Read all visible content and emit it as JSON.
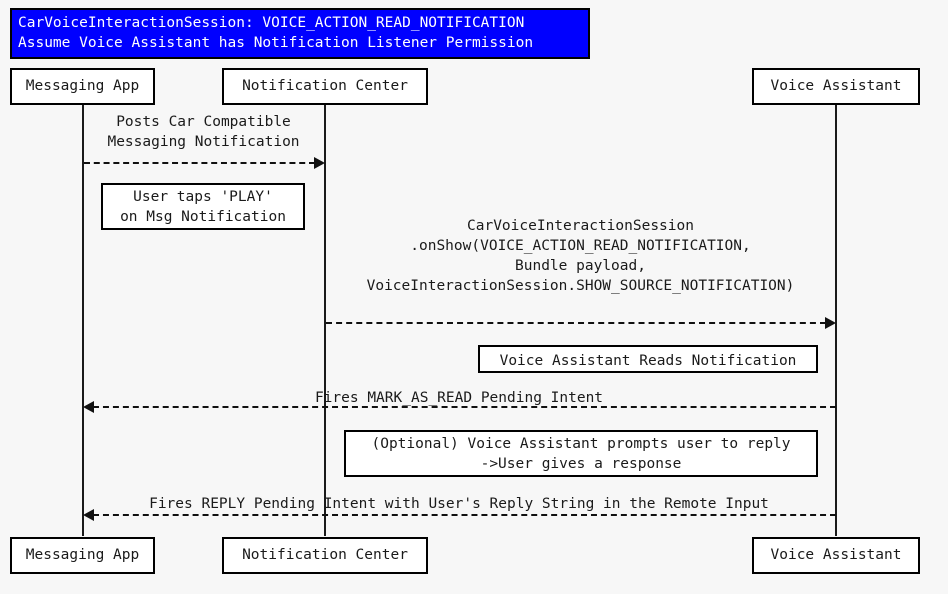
{
  "title": {
    "line1": "CarVoiceInteractionSession: VOICE_ACTION_READ_NOTIFICATION",
    "line2": "Assume Voice Assistant has Notification Listener Permission",
    "background_color": "#0000FF",
    "text_color": "#FFFFFF"
  },
  "participants": [
    {
      "id": "messaging-app",
      "label": "Messaging App"
    },
    {
      "id": "notification-center",
      "label": "Notification Center"
    },
    {
      "id": "voice-assistant",
      "label": "Voice Assistant"
    }
  ],
  "messages": [
    {
      "id": "posts-car-compatible-messaging-notification",
      "label_line1": "Posts Car Compatible",
      "label_line2": "Messaging Notification",
      "from": "Messaging App",
      "to": "Notification Center",
      "direction": "right",
      "style": "dashed"
    },
    {
      "id": "on-show",
      "label_line1": "CarVoiceInteractionSession",
      "label_line2": ".onShow(VOICE_ACTION_READ_NOTIFICATION,",
      "label_line3": "Bundle payload,",
      "label_line4": "VoiceInteractionSession.SHOW_SOURCE_NOTIFICATION)",
      "from": "Notification Center",
      "to": "Voice Assistant",
      "direction": "right",
      "style": "dashed"
    },
    {
      "id": "mark-as-read",
      "label_line1": "Fires MARK_AS_READ Pending Intent",
      "from": "Voice Assistant",
      "to": "Messaging App",
      "direction": "left",
      "style": "dashed"
    },
    {
      "id": "reply-pending-intent",
      "label_line1": "Fires REPLY Pending Intent with User's Reply String in the Remote Input",
      "from": "Voice Assistant",
      "to": "Messaging App",
      "direction": "left",
      "style": "dashed"
    }
  ],
  "notes": [
    {
      "id": "user-taps-play",
      "line1": "User taps 'PLAY'",
      "line2": "on Msg Notification"
    },
    {
      "id": "voice-assistant-reads-notification",
      "line1": "Voice Assistant Reads Notification"
    },
    {
      "id": "optional-prompt-user",
      "line1": "(Optional) Voice Assistant prompts user to reply",
      "line2": "->User gives a response"
    }
  ]
}
